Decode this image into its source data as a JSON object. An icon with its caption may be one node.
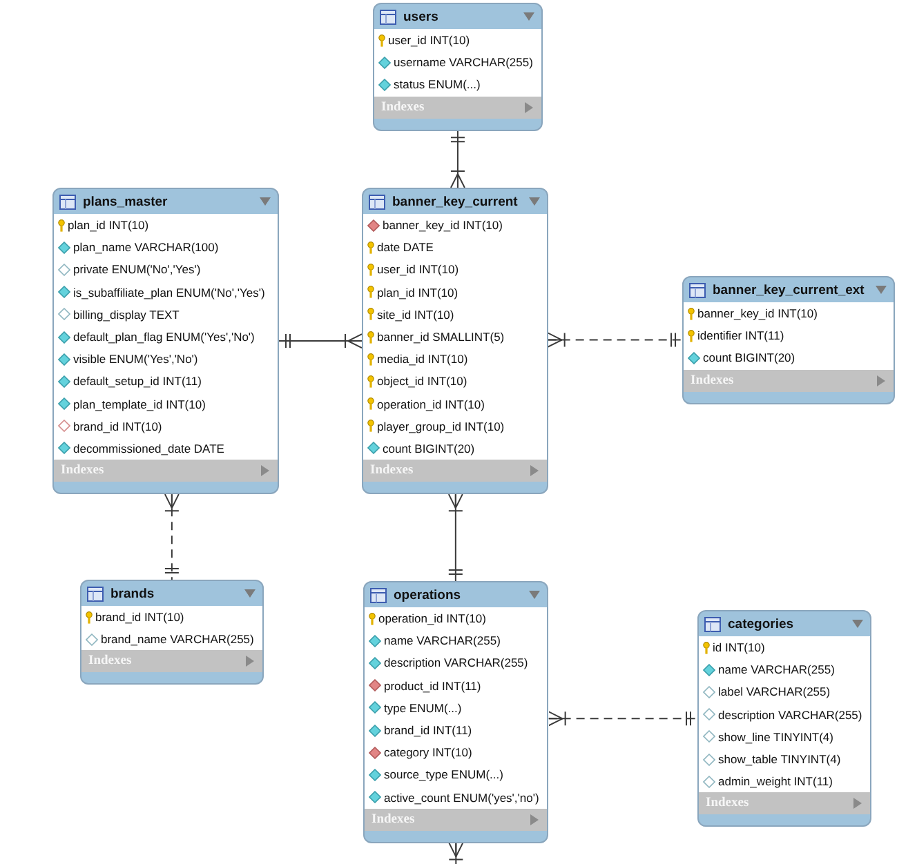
{
  "diagram": {
    "nodes": [
      {
        "text": [
          "users",
          "user_id INT(10)",
          "username VARCHAR(255)",
          "status ENUM(...)",
          "Indexes"
        ]
      },
      {
        "text": [
          "plans_master",
          "plan_id INT(10)",
          "plan_name VARCHAR(100)",
          "private ENUM('No','Yes')",
          "is_subaffiliate_plan ENUM('No','Yes')",
          "billing_display TEXT",
          "default_plan_flag ENUM('Yes','No')",
          "visible ENUM('Yes','No')",
          "default_setup_id INT(11)",
          "plan_template_id INT(10)",
          "brand_id INT(10)",
          "decommissioned_date DATE",
          "Indexes"
        ]
      },
      {
        "text": [
          "banner_key_current",
          "banner_key_id INT(10)",
          "date DATE",
          "user_id INT(10)",
          "plan_id INT(10)",
          "site_id INT(10)",
          "banner_id SMALLINT(5)",
          "media_id INT(10)",
          "object_id INT(10)",
          "operation_id INT(10)",
          "player_group_id INT(10)",
          "count BIGINT(20)",
          "Indexes"
        ]
      },
      {
        "text": [
          "banner_key_current_ext",
          "banner_key_id INT(10)",
          "identifier INT(11)",
          "count BIGINT(20)",
          "Indexes"
        ]
      },
      {
        "text": [
          "brands",
          "brand_id INT(10)",
          "brand_name VARCHAR(255)",
          "Indexes"
        ]
      },
      {
        "text": [
          "operations",
          "operation_id INT(10)",
          "name VARCHAR(255)",
          "description VARCHAR(255)",
          "product_id INT(11)",
          "type ENUM(...)",
          "brand_id INT(11)",
          "category INT(10)",
          "source_type ENUM(...)",
          "active_count ENUM('yes','no')",
          "Indexes"
        ]
      },
      {
        "text": [
          "categories",
          "id INT(10)",
          "name VARCHAR(255)",
          "label VARCHAR(255)",
          "description VARCHAR(255)",
          "show_line TINYINT(4)",
          "show_table TINYINT(4)",
          "admin_weight INT(11)",
          "Indexes"
        ]
      }
    ],
    "edges": [
      {
        "from": 2,
        "to": 0,
        "arrow": "other"
      },
      {
        "from": 2,
        "to": 1,
        "arrow": "other"
      },
      {
        "from": 2,
        "to": 3,
        "arrow": "other",
        "style": "dashed"
      },
      {
        "from": 1,
        "to": 4,
        "arrow": "other",
        "style": "dashed"
      },
      {
        "from": 2,
        "to": 5,
        "arrow": "other"
      },
      {
        "from": 5,
        "to": 6,
        "arrow": "other",
        "style": "dashed"
      },
      {
        "from": 5,
        "to": null,
        "arrow": "other"
      }
    ]
  }
}
